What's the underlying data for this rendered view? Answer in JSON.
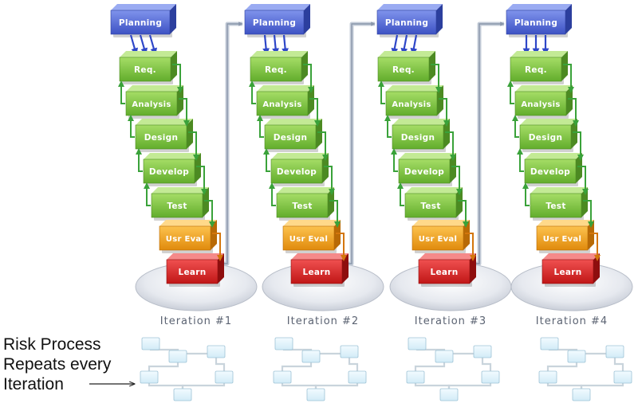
{
  "stages": [
    {
      "key": "planning",
      "label": "Planning"
    },
    {
      "key": "req",
      "label": "Req."
    },
    {
      "key": "analysis",
      "label": "Analysis"
    },
    {
      "key": "design",
      "label": "Design"
    },
    {
      "key": "develop",
      "label": "Develop"
    },
    {
      "key": "test",
      "label": "Test"
    },
    {
      "key": "usr-eval",
      "label": "Usr Eval"
    },
    {
      "key": "learn",
      "label": "Learn"
    }
  ],
  "iterations": [
    {
      "label": "Iteration #1"
    },
    {
      "label": "Iteration #2"
    },
    {
      "label": "Iteration #3"
    },
    {
      "label": "Iteration #4"
    }
  ],
  "risk_note": {
    "line1": "Risk Process",
    "line2": "Repeats every",
    "line3": "Iteration"
  },
  "colors": {
    "planning": "#4f66d6",
    "green": "#7cc440",
    "orange": "#f2a21d",
    "red": "#dc2222",
    "arrow_green": "#3aa23a",
    "arrow_orange": "#d4760c",
    "connector": "#a9b6c8",
    "platform": "#dfe3ea",
    "risk_box": "#dff3fb"
  }
}
